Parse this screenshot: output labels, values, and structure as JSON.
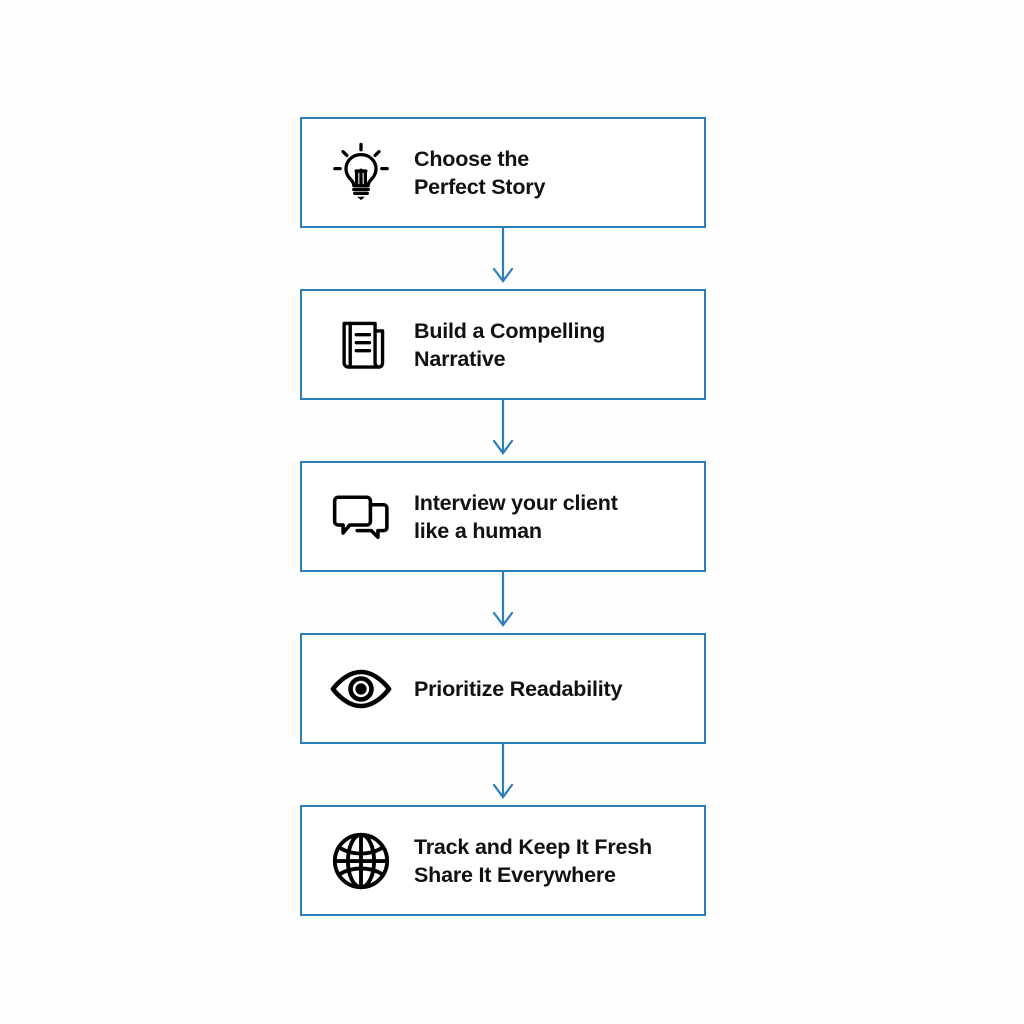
{
  "diagram": {
    "type": "vertical-flowchart",
    "title": "",
    "background_color": "#fefefe",
    "box_border_color": "#2a7fb8",
    "box_fill_color": "#ffffff",
    "arrow_color": "#2a7fb8",
    "text_color": "#111111",
    "icon_color": "#000000",
    "steps": [
      {
        "index": 1,
        "icon": "lightbulb-icon",
        "label": "Choose the\nPerfect Story",
        "lines": [
          "Choose the",
          "Perfect Story"
        ]
      },
      {
        "index": 2,
        "icon": "document-pages-icon",
        "label": "Build a Compelling\nNarrative",
        "lines": [
          "Build a Compelling",
          "Narrative"
        ]
      },
      {
        "index": 3,
        "icon": "chat-bubbles-icon",
        "label": "Interview your client\nlike a human",
        "lines": [
          "Interview your client",
          "like a human"
        ]
      },
      {
        "index": 4,
        "icon": "eye-icon",
        "label": "Prioritize Readability",
        "lines": [
          "Prioritize Readability"
        ]
      },
      {
        "index": 5,
        "icon": "globe-icon",
        "label": "Track and Keep It Fresh\nShare It Everywhere",
        "lines": [
          "Track and Keep It Fresh",
          "Share It Everywhere"
        ]
      }
    ],
    "connectors": [
      {
        "from": 1,
        "to": 2,
        "icon": "arrow-down-icon"
      },
      {
        "from": 2,
        "to": 3,
        "icon": "arrow-down-icon"
      },
      {
        "from": 3,
        "to": 4,
        "icon": "arrow-down-icon"
      },
      {
        "from": 4,
        "to": 5,
        "icon": "arrow-down-icon"
      }
    ]
  }
}
